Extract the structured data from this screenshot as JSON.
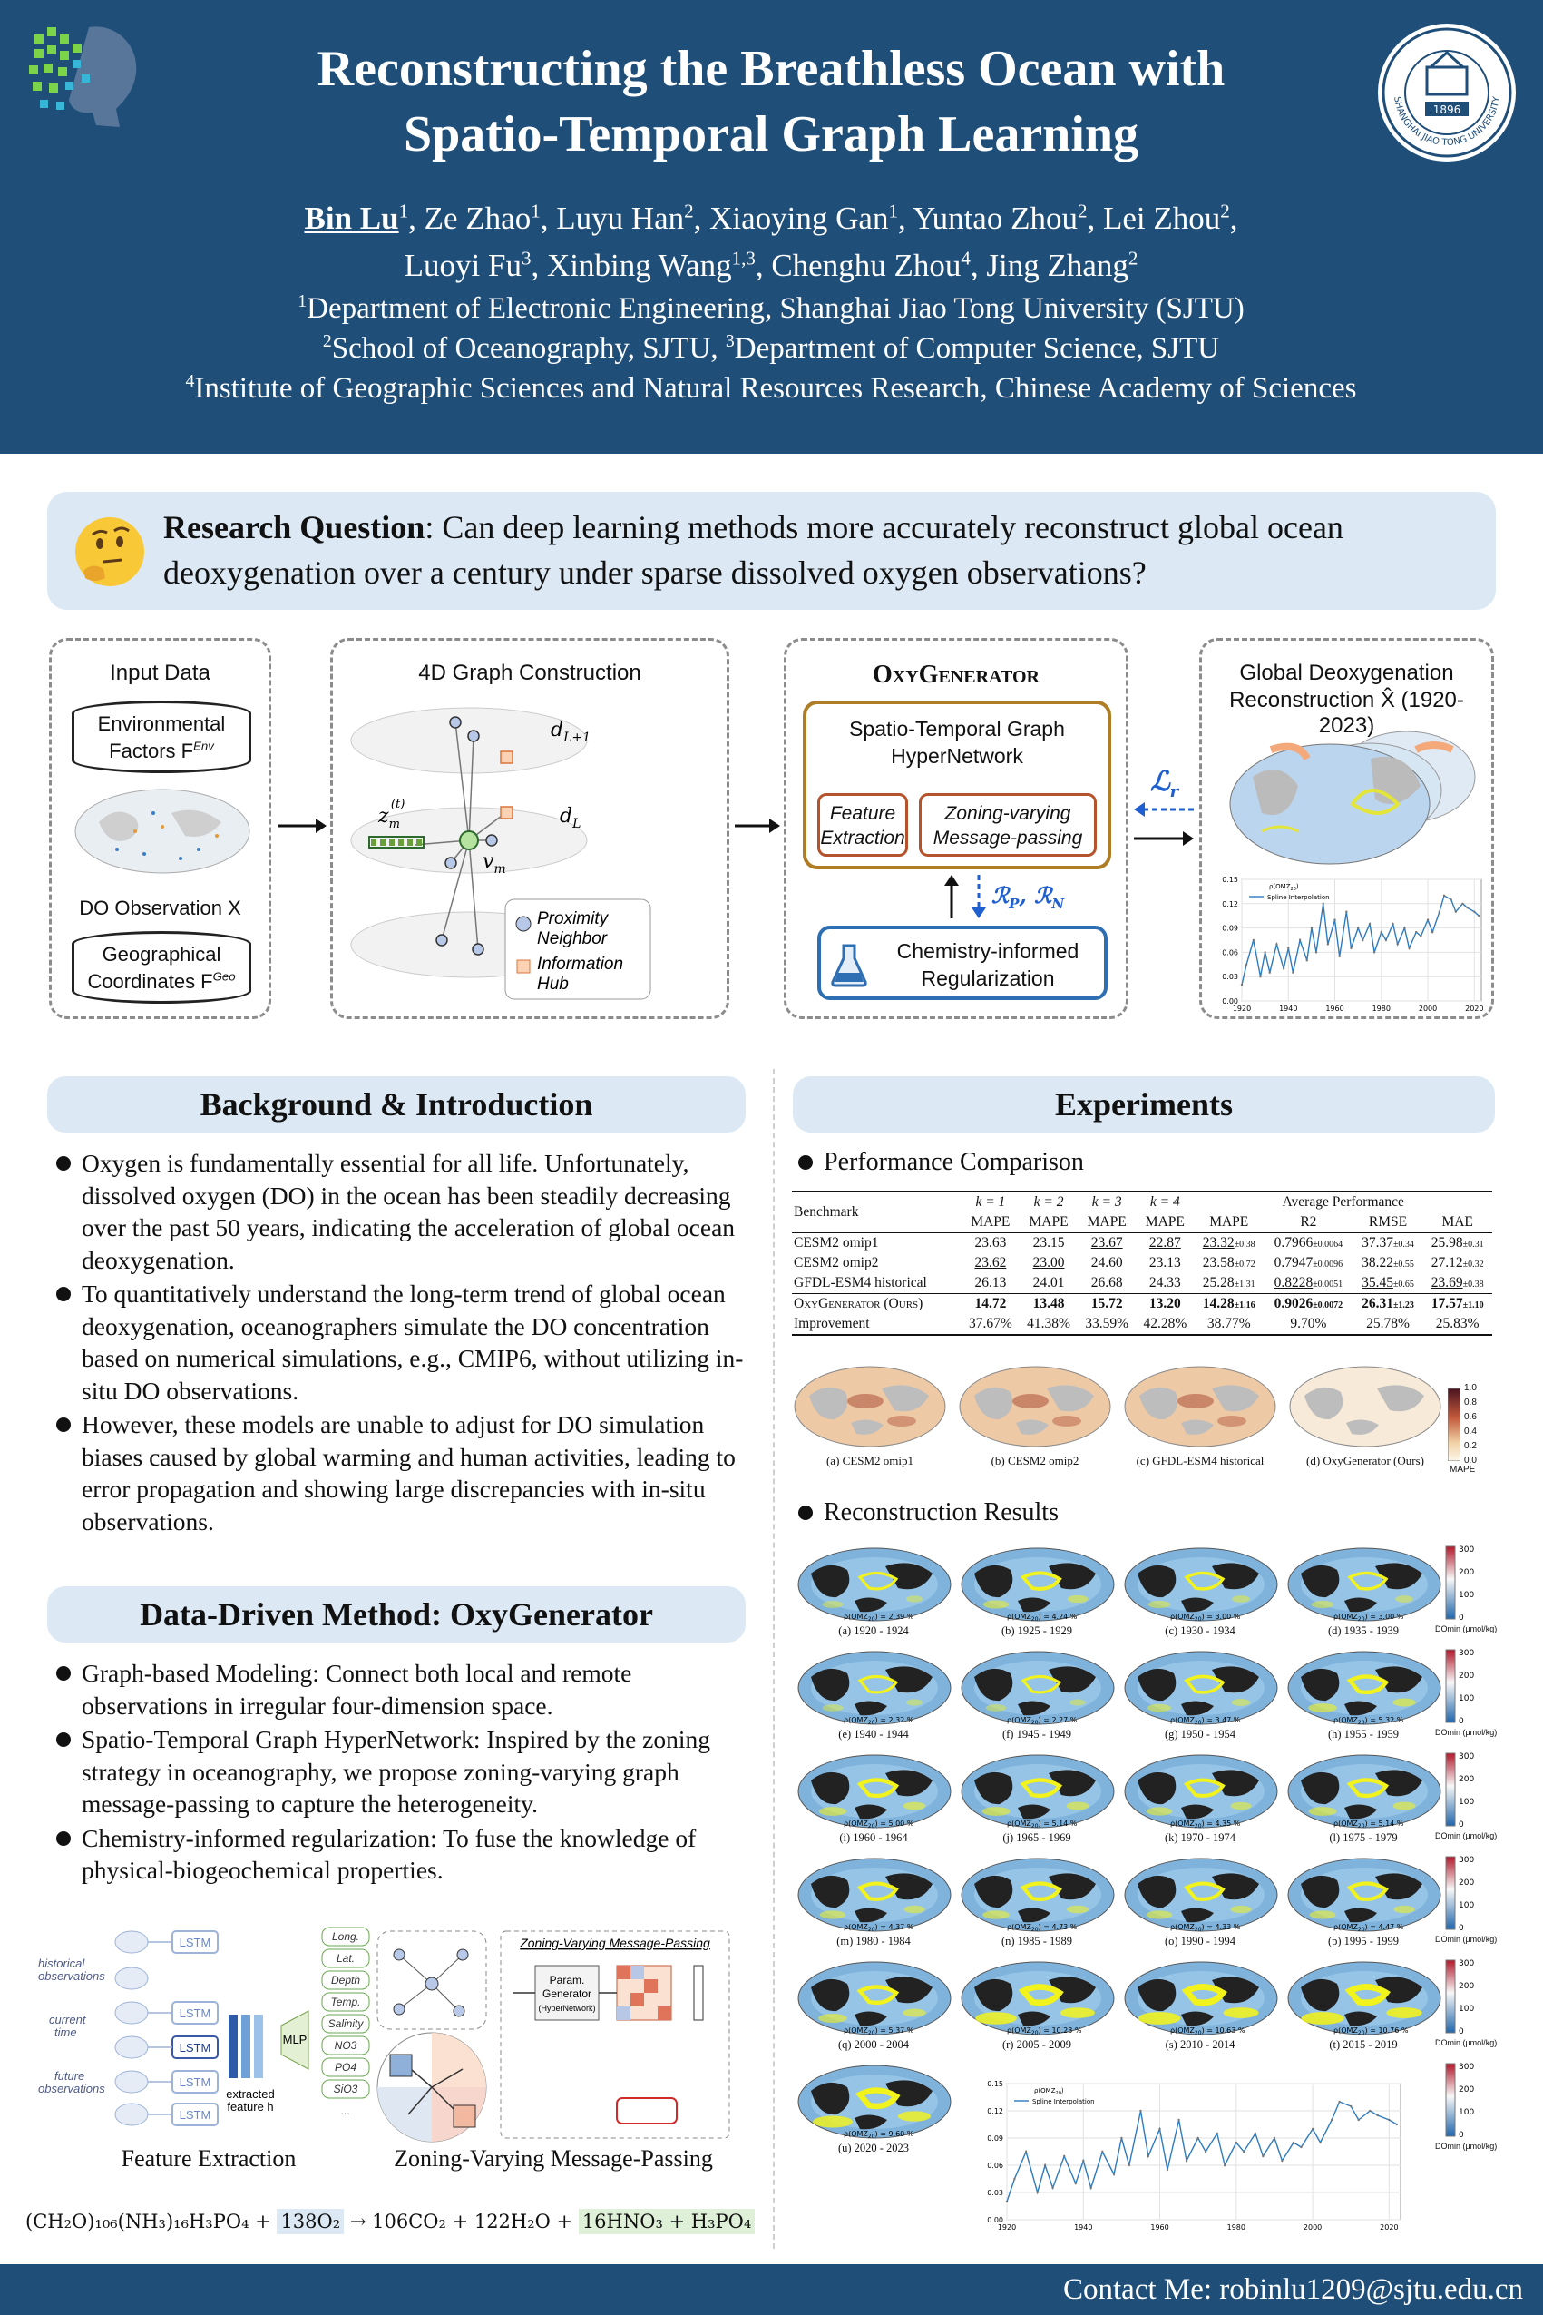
{
  "header": {
    "title_line1": "Reconstructing the Breathless Ocean with",
    "title_line2": "Spatio-Temporal Graph Learning",
    "authors": [
      {
        "name": "Bin Lu",
        "sup": "1"
      },
      {
        "name": "Ze Zhao",
        "sup": "1"
      },
      {
        "name": "Luyu Han",
        "sup": "2"
      },
      {
        "name": "Xiaoying Gan",
        "sup": "1"
      },
      {
        "name": "Yuntao Zhou",
        "sup": "2"
      },
      {
        "name": "Lei Zhou",
        "sup": "2"
      },
      {
        "name": "Luoyi Fu",
        "sup": "3"
      },
      {
        "name": "Xinbing Wang",
        "sup": "1,3"
      },
      {
        "name": "Chenghu Zhou",
        "sup": "4"
      },
      {
        "name": "Jing Zhang",
        "sup": "2"
      }
    ],
    "affil1_sup": "1",
    "affil1": "Department of Electronic Engineering, Shanghai Jiao Tong University (SJTU)",
    "affil2_sup": "2",
    "affil2": "School of Oceanography, SJTU, ",
    "affil3_sup": "3",
    "affil3": "Department of Computer Science, SJTU",
    "affil4_sup": "4",
    "affil4": "Institute of Geographic Sciences and Natural Resources Research, Chinese Academy of Sciences",
    "seal_year": "1896",
    "seal_text": "SHANGHAI JIAO TONG UNIVERSITY"
  },
  "research_question": {
    "label": "Research Question",
    "text": ": Can deep learning methods more accurately reconstruct global ocean deoxygenation over a century under sparse dissolved oxygen observations?"
  },
  "overview": {
    "input_title": "Input Data",
    "env1": "Environmental",
    "env2": "Factors F",
    "env_sup": "Env",
    "do_obs": "DO Observation X",
    "geo1": "Geographical",
    "geo2": "Coordinates F",
    "geo_sup": "Geo",
    "graph_title": "4D Graph Construction",
    "d_l1": "d",
    "d_l1_sub": "L+1",
    "d_l": "d",
    "d_l_sub": "L",
    "z_m": "z",
    "z_m_sub": "m",
    "z_m_sup": "(t)",
    "v_m": "v",
    "v_m_sub": "m",
    "legend_prox1": "Proximity",
    "legend_prox2": "Neighbor",
    "legend_hub1": "Information",
    "legend_hub2": "Hub",
    "oxy_title": "OxyGenerator",
    "stgh1": "Spatio-Temporal Graph",
    "stgh2": "HyperNetwork",
    "feat1": "Feature",
    "feat2": "Extraction",
    "zone1": "Zoning-varying",
    "zone2": "Message-passing",
    "reg_symbols": "ℛ",
    "reg_sub_p": "P",
    "reg_sub_n": "N",
    "chem1": "Chemistry-informed",
    "chem2": "Regularization",
    "loss": "ℒ",
    "loss_sub": "r",
    "global_title1": "Global Deoxygenation",
    "global_title2": "Reconstruction X̂ (1920-2023)"
  },
  "background": {
    "heading": "Background & Introduction",
    "bullets": [
      "Oxygen is fundamentally essential for all life. Unfortunately, dissolved oxygen (DO) in the ocean has been steadily decreasing over the past 50 years, indicating the acceleration of global ocean deoxygenation.",
      "To quantitatively understand the long-term trend of global ocean deoxygenation, oceanographers simulate the DO concentration based on numerical simulations, e.g., CMIP6, without utilizing in-situ DO observations.",
      "However, these models are unable to adjust for DO simulation biases caused by global warming and human activities, leading to error propagation and showing large discrepancies with in-situ observations."
    ]
  },
  "method": {
    "heading": "Data-Driven Method: OxyGenerator",
    "bullets": [
      "Graph-based Modeling: Connect both local and remote observations in irregular four-dimension space.",
      "Spatio-Temporal Graph HyperNetwork: Inspired by the zoning strategy in oceanography, we propose zoning-varying graph message-passing to capture the heterogeneity.",
      "Chemistry-informed regularization: To fuse the knowledge of physical-biogeochemical properties."
    ],
    "fig_feature_caption": "Feature Extraction",
    "fig_zoning_caption": "Zoning-Varying Message-Passing",
    "fig_zvmp_title": "Zoning-Varying Message-Passing",
    "fig_lbl_hist1": "historical",
    "fig_lbl_hist2": "observations",
    "fig_lbl_cur1": "current",
    "fig_lbl_cur2": "time",
    "fig_lbl_fut1": "future",
    "fig_lbl_fut2": "observations",
    "fig_lbl_lstm": "LSTM",
    "fig_lbl_mlp": "MLP",
    "fig_lbl_extract1": "extracted",
    "fig_lbl_extract2": "feature h",
    "fig_vars": [
      "Long.",
      "Lat.",
      "Depth",
      "Temp.",
      "Salinity",
      "NO3",
      "PO4",
      "SiO3",
      "..."
    ],
    "fig_lbl_param1": "Param.",
    "fig_lbl_param2": "Generator",
    "fig_lbl_param3": "(HyperNetwork)",
    "equation_parts": [
      "(CH₂O)₁₀₆(NH₃)₁₆H₃PO₄ + ",
      "138O₂",
      " → 106CO₂ + 122H₂O + ",
      "16HNO₃ + H₃PO₄"
    ]
  },
  "experiments": {
    "heading": "Experiments",
    "perf_heading": "Performance Comparison",
    "recon_heading": "Reconstruction Results",
    "table": {
      "header_bench": "Benchmark",
      "k_headers": [
        "k = 1",
        "k = 2",
        "k = 3",
        "k = 4"
      ],
      "avg_header": "Average Performance",
      "metric_headers": [
        "MAPE",
        "MAPE",
        "MAPE",
        "MAPE",
        "MAPE",
        "R2",
        "RMSE",
        "MAE"
      ],
      "rows": [
        {
          "name": "CESM2 omip1",
          "k1": "23.63",
          "k2": "23.15",
          "k3": "23.67",
          "k4": "22.87",
          "mape": "23.32",
          "mape_pm": "±0.38",
          "r2": "0.7966",
          "r2_pm": "±0.0064",
          "rmse": "37.37",
          "rmse_pm": "±0.34",
          "mae": "25.98",
          "mae_pm": "±0.31"
        },
        {
          "name": "CESM2 omip2",
          "k1": "23.62",
          "k2": "23.00",
          "k3": "24.60",
          "k4": "23.13",
          "mape": "23.58",
          "mape_pm": "±0.72",
          "r2": "0.7947",
          "r2_pm": "±0.0096",
          "rmse": "38.22",
          "rmse_pm": "±0.55",
          "mae": "27.12",
          "mae_pm": "±0.32"
        },
        {
          "name": "GFDL-ESM4 historical",
          "k1": "26.13",
          "k2": "24.01",
          "k3": "26.68",
          "k4": "24.33",
          "mape": "25.28",
          "mape_pm": "±1.31",
          "r2": "0.8228",
          "r2_pm": "±0.0051",
          "rmse": "35.45",
          "rmse_pm": "±0.65",
          "mae": "23.69",
          "mae_pm": "±0.38"
        }
      ],
      "ours": {
        "name": "OxyGenerator (Ours)",
        "k1": "14.72",
        "k2": "13.48",
        "k3": "15.72",
        "k4": "13.20",
        "mape": "14.28",
        "mape_pm": "±1.16",
        "r2": "0.9026",
        "r2_pm": "±0.0072",
        "rmse": "26.31",
        "rmse_pm": "±1.23",
        "mae": "17.57",
        "mae_pm": "±1.10"
      },
      "improvement": {
        "name": "Improvement",
        "k1": "37.67%",
        "k2": "41.38%",
        "k3": "33.59%",
        "k4": "42.28%",
        "mape": "38.77%",
        "r2": "9.70%",
        "rmse": "25.78%",
        "mae": "25.83%"
      }
    },
    "globe_captions": [
      "(a) CESM2 omip1",
      "(b) CESM2 omip2",
      "(c) GFDL-ESM4 historical",
      "(d) OxyGenerator (Ours)"
    ],
    "mape_cbar_label": "MAPE",
    "mape_cbar_ticks": [
      "1.0",
      "0.8",
      "0.6",
      "0.4",
      "0.2",
      "0.0"
    ],
    "recon_captions": [
      "(a) 1920 - 1924",
      "(b) 1925 - 1929",
      "(c) 1930 - 1934",
      "(d) 1935 - 1939",
      "(e) 1940 - 1944",
      "(f) 1945 - 1949",
      "(g) 1950 - 1954",
      "(h) 1955 - 1959",
      "(i) 1960 - 1964",
      "(j) 1965 - 1969",
      "(k) 1970 - 1974",
      "(l) 1975 - 1979",
      "(m) 1980 - 1984",
      "(n) 1985 - 1989",
      "(o) 1990 - 1994",
      "(p) 1995 - 1999",
      "(q) 2000 - 2004",
      "(r) 2005 - 2009",
      "(s) 2010 - 2014",
      "(t) 2015 - 2019",
      "(u) 2020 - 2023"
    ],
    "recon_cbar_ticks": [
      "300",
      "200",
      "100",
      "0"
    ],
    "recon_cbar_label": "DOmin (μmol/kg)",
    "omz_values": [
      "2.39",
      "4.24",
      "3.00",
      "3.00",
      "2.32",
      "2.27",
      "3.47",
      "5.32",
      "5.00",
      "5.14",
      "4.35",
      "5.14",
      "4.37",
      "4.73",
      "4.33",
      "4.47",
      "5.37",
      "10.23",
      "10.63",
      "10.76",
      "9.60"
    ],
    "omz_prefix": "ρ(OMZ",
    "omz_sub": "20",
    "omz_suffix": ") = ",
    "omz_unit": " %",
    "chart_legend_title": "ρ(OMZ",
    "chart_legend_title_sub": "20",
    "chart_legend_title_end": ")",
    "chart_legend": "Spline Interpolation"
  },
  "footer": {
    "contact": "Contact Me: robinlu1209@sjtu.edu.cn"
  },
  "colors": {
    "header_bg": "#1f4e79",
    "section_bg": "#dce9f5",
    "line_blue": "#2e7bbf",
    "accent_orange": "#b07d27",
    "accent_red": "#b5532c"
  },
  "chart_data": {
    "type": "line",
    "x": [
      1920,
      1922,
      1925,
      1928,
      1930,
      1932,
      1935,
      1938,
      1940,
      1942,
      1945,
      1948,
      1950,
      1952,
      1955,
      1957,
      1960,
      1962,
      1965,
      1967,
      1970,
      1972,
      1975,
      1977,
      1980,
      1982,
      1985,
      1987,
      1990,
      1992,
      1995,
      1997,
      2000,
      2002,
      2005,
      2007,
      2010,
      2012,
      2015,
      2017,
      2020,
      2022
    ],
    "values": [
      0.02,
      0.045,
      0.075,
      0.03,
      0.06,
      0.035,
      0.07,
      0.04,
      0.065,
      0.035,
      0.075,
      0.05,
      0.09,
      0.06,
      0.12,
      0.07,
      0.1,
      0.055,
      0.11,
      0.065,
      0.09,
      0.075,
      0.095,
      0.06,
      0.085,
      0.075,
      0.095,
      0.07,
      0.09,
      0.065,
      0.085,
      0.08,
      0.1,
      0.085,
      0.11,
      0.13,
      0.125,
      0.11,
      0.12,
      0.115,
      0.11,
      0.105
    ],
    "xlim": [
      1920,
      2023
    ],
    "ylim": [
      0.0,
      0.15
    ],
    "xticks": [
      "1920",
      "1940",
      "1960",
      "1980",
      "2000",
      "2020"
    ],
    "yticks": [
      "0.00",
      "0.03",
      "0.06",
      "0.09",
      "0.12",
      "0.15"
    ],
    "grid": true,
    "legend_position": "top-left"
  }
}
